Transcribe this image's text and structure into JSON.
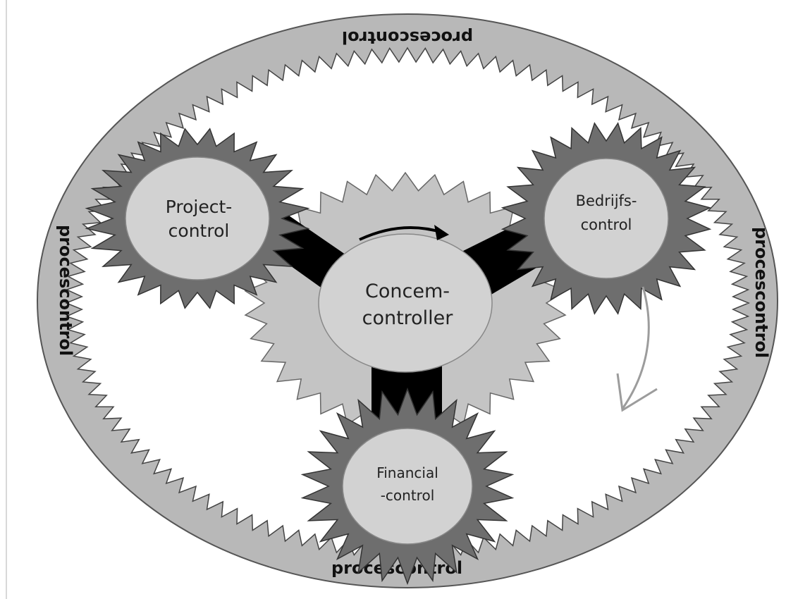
{
  "diagram": {
    "center": {
      "line1": "Concem-",
      "line2": "controller"
    },
    "gears": [
      {
        "key": "project",
        "line1": "Project-",
        "line2": "control"
      },
      {
        "key": "bedrijfs",
        "line1": "Bedrijfs-",
        "line2": "control"
      },
      {
        "key": "financial",
        "line1": "Financial",
        "line2": "-control"
      }
    ],
    "ring_labels": {
      "top": "procescontrol",
      "right": "procescontrol",
      "bottom": "procescontrol",
      "left": "procescontrol"
    },
    "colors": {
      "outer_ring": "#b8b8b8",
      "ring_teeth": "#9a9a9a",
      "center_gear": "#c4c4c4",
      "satellite_gear": "#6e6e6e",
      "hub": "#d2d2d2",
      "spoke": "#000000",
      "return_arrow": "#9c9c9c",
      "rotation_arrow": "#000000"
    }
  }
}
